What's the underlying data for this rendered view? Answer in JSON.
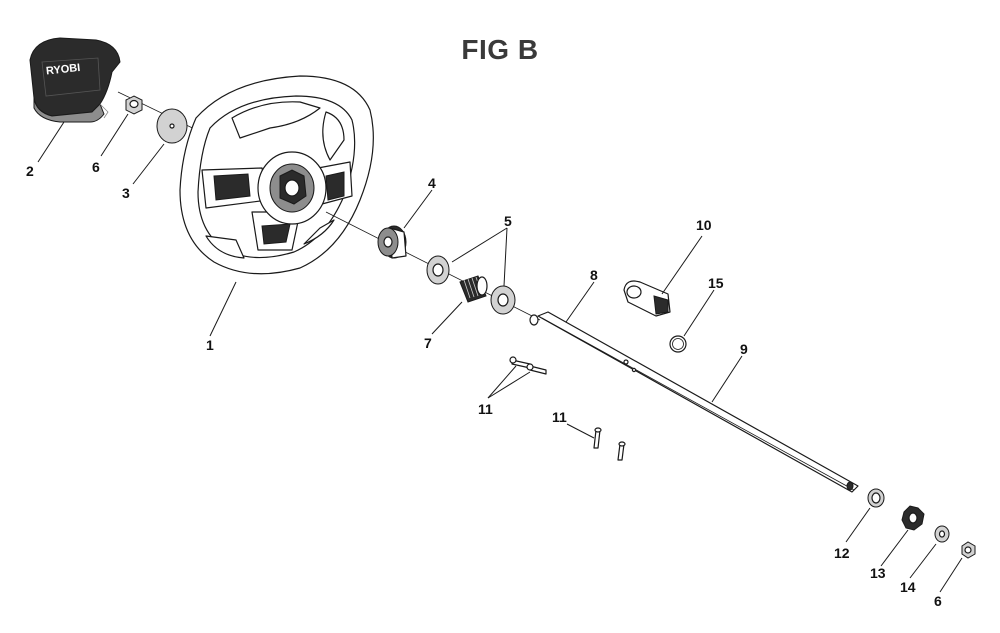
{
  "figure": {
    "title": "FIG B",
    "logo_text": "RYOBI"
  },
  "callouts": {
    "c1": "1",
    "c2": "2",
    "c3": "3",
    "c4": "4",
    "c5": "5",
    "c6a": "6",
    "c6b": "6",
    "c7": "7",
    "c8": "8",
    "c9": "9",
    "c10": "10",
    "c11a": "11",
    "c11b": "11",
    "c12": "12",
    "c13": "13",
    "c14": "14",
    "c15": "15"
  },
  "colors": {
    "line": "#1a1a1a",
    "title": "#3a3a3a",
    "cap": "#2b2b2b"
  }
}
